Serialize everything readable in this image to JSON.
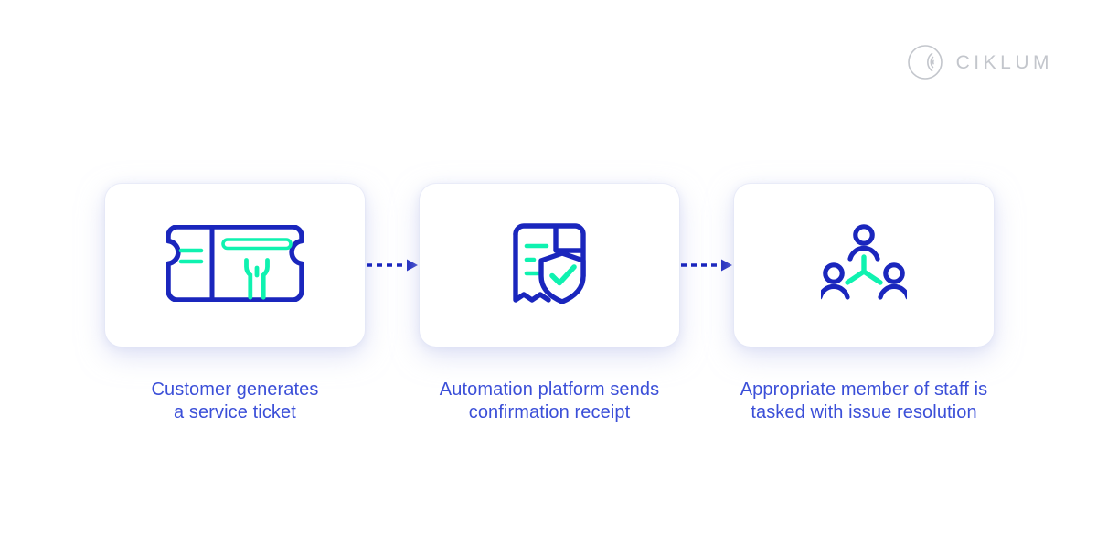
{
  "brand": {
    "name": "CIKLUM",
    "mark_icon": "ciklum-c-logomark",
    "color": "#c3c6cc"
  },
  "theme": {
    "background": "#ffffff",
    "icon_primary": "#1a26bd",
    "icon_accent": "#0ff2b0",
    "caption_color": "#3b4fd8",
    "arrow_color": "#1a26bd",
    "card_background": "#ffffff",
    "card_shadow": "#c4caee"
  },
  "flow": {
    "steps": [
      {
        "id": "step-1",
        "icon_name": "service-ticket-wrench-icon",
        "caption": "Customer generates\na service ticket"
      },
      {
        "id": "step-2",
        "icon_name": "receipt-shield-check-icon",
        "caption": "Automation platform sends\nconfirmation receipt"
      },
      {
        "id": "step-3",
        "icon_name": "team-hierarchy-people-icon",
        "caption": "Appropriate member of staff is\ntasked with issue resolution"
      }
    ],
    "connectors": [
      {
        "id": "connector-1",
        "icon_name": "dashed-arrow-right-icon"
      },
      {
        "id": "connector-2",
        "icon_name": "dashed-arrow-right-icon"
      }
    ]
  }
}
